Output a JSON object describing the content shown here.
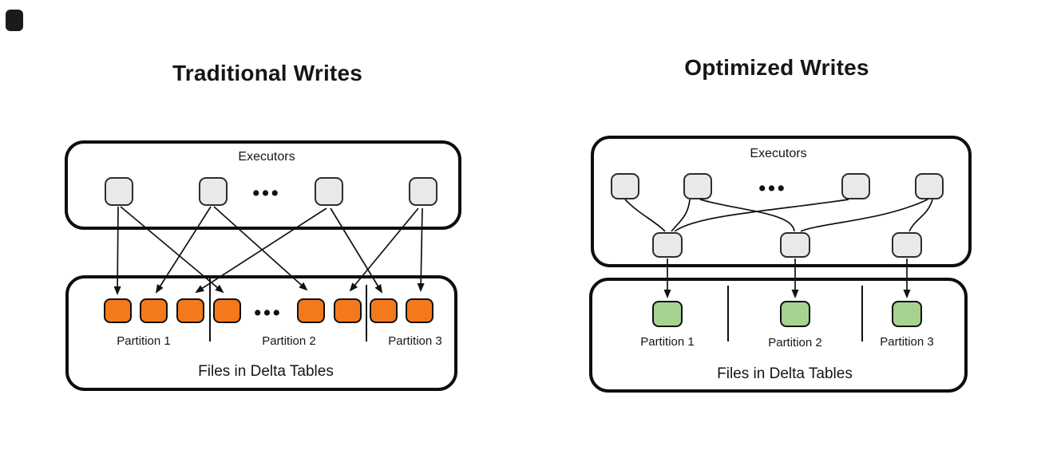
{
  "page": {
    "background": "#ffffff"
  },
  "left_diagram": {
    "title": "Traditional Writes",
    "executors_box": {
      "label": "Executors",
      "ellipsis": "•••",
      "executor_count": 4
    },
    "files_box": {
      "label": "Files in Delta Tables",
      "ellipsis": "•••",
      "partitions": [
        "Partition 1",
        "Partition 2",
        "Partition 3"
      ],
      "file_count": 8
    }
  },
  "right_diagram": {
    "title": "Optimized Writes",
    "executors_box": {
      "label": "Executors",
      "ellipsis": "•••",
      "executor_count": 4,
      "shuffle_node_count": 3
    },
    "files_box": {
      "label": "Files in Delta Tables",
      "partitions": [
        "Partition 1",
        "Partition 2",
        "Partition 3"
      ],
      "file_count": 3
    }
  },
  "colors": {
    "traditional_file": "#f4791d",
    "optimized_file": "#a6d28f",
    "executor_fill": "#e9e9e9",
    "outline": "#0e0e0e"
  }
}
